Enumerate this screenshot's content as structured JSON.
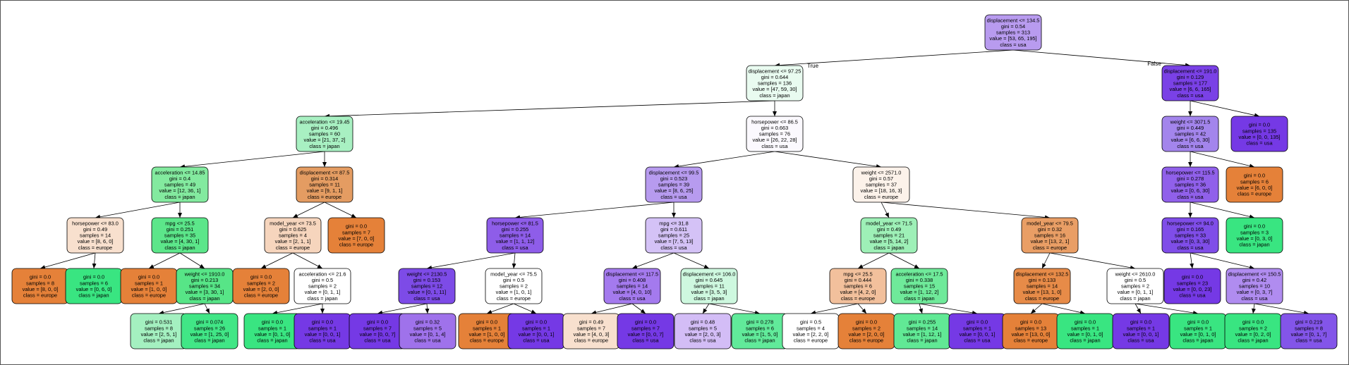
{
  "tree": {
    "nodes": [
      {
        "id": "n0",
        "lines": [
          "displacement <= 134.5",
          "gini = 0.54",
          "samples = 313",
          "value = [53, 65, 195]",
          "class = usa"
        ],
        "fill": "#b89bef"
      },
      {
        "id": "n1",
        "lines": [
          "displacement <= 97.25",
          "gini = 0.644",
          "samples = 136",
          "value = [47, 59, 30]",
          "class = japan"
        ],
        "fill": "#e9fbf0"
      },
      {
        "id": "n2",
        "lines": [
          "displacement <= 191.0",
          "gini = 0.129",
          "samples = 177",
          "value = [6, 6, 165]",
          "class = usa"
        ],
        "fill": "#7a41e6"
      },
      {
        "id": "n3",
        "lines": [
          "acceleration <= 19.45",
          "gini = 0.496",
          "samples = 60",
          "value = [21, 37, 2]",
          "class = japan"
        ],
        "fill": "#a8f0c2"
      },
      {
        "id": "n4",
        "lines": [
          "horsepower <= 86.5",
          "gini = 0.663",
          "samples = 76",
          "value = [26, 22, 28]",
          "class = usa"
        ],
        "fill": "#fbf9fe"
      },
      {
        "id": "n5",
        "lines": [
          "weight <= 3071.5",
          "gini = 0.449",
          "samples = 42",
          "value = [6, 6, 30]",
          "class = usa"
        ],
        "fill": "#a385ec"
      },
      {
        "id": "n6",
        "lines": [
          "gini = 0.0",
          "samples = 135",
          "value = [0, 0, 135]",
          "class = usa"
        ],
        "fill": "#7539e5"
      },
      {
        "id": "n7",
        "lines": [
          "acceleration <= 14.85",
          "gini = 0.4",
          "samples = 49",
          "value = [12, 36, 1]",
          "class = japan"
        ],
        "fill": "#83ea9f"
      },
      {
        "id": "n8",
        "lines": [
          "displacement <= 87.5",
          "gini = 0.314",
          "samples = 11",
          "value = [9, 1, 1]",
          "class = europe"
        ],
        "fill": "#e49c62"
      },
      {
        "id": "n9",
        "lines": [
          "displacement <= 99.5",
          "gini = 0.523",
          "samples = 39",
          "value = [8, 6, 25]",
          "class = usa"
        ],
        "fill": "#b79bef"
      },
      {
        "id": "n10",
        "lines": [
          "weight <= 2571.0",
          "gini = 0.57",
          "samples = 37",
          "value = [18, 16, 3]",
          "class = europe"
        ],
        "fill": "#fcf2ea"
      },
      {
        "id": "n11",
        "lines": [
          "horsepower <= 115.5",
          "gini = 0.278",
          "samples = 36",
          "value = [0, 6, 30]",
          "class = usa"
        ],
        "fill": "#9060ea"
      },
      {
        "id": "n12",
        "lines": [
          "gini = 0.0",
          "samples = 6",
          "value = [6, 0, 0]",
          "class = europe"
        ],
        "fill": "#e58139"
      },
      {
        "id": "n13",
        "lines": [
          "horsepower <= 83.0",
          "gini = 0.49",
          "samples = 14",
          "value = [8, 6, 0]",
          "class = europe"
        ],
        "fill": "#f8e0ce"
      },
      {
        "id": "n14",
        "lines": [
          "mpg <= 25.5",
          "gini = 0.251",
          "samples = 35",
          "value = [4, 30, 1]",
          "class = japan"
        ],
        "fill": "#5ce68a"
      },
      {
        "id": "n15",
        "lines": [
          "model_year <= 73.5",
          "gini = 0.625",
          "samples = 4",
          "value = [2, 1, 1]",
          "class = europe"
        ],
        "fill": "#f6d5bd"
      },
      {
        "id": "n16",
        "lines": [
          "gini = 0.0",
          "samples = 7",
          "value = [7, 0, 0]",
          "class = europe"
        ],
        "fill": "#e58139"
      },
      {
        "id": "n17",
        "lines": [
          "horsepower <= 81.5",
          "gini = 0.255",
          "samples = 14",
          "value = [1, 1, 12]",
          "class = usa"
        ],
        "fill": "#8e5de9"
      },
      {
        "id": "n18",
        "lines": [
          "mpg <= 31.8",
          "gini = 0.611",
          "samples = 25",
          "value = [7, 5, 13]",
          "class = usa"
        ],
        "fill": "#d4c2f6"
      },
      {
        "id": "n19",
        "lines": [
          "model_year <= 71.5",
          "gini = 0.49",
          "samples = 21",
          "value = [5, 14, 2]",
          "class = japan"
        ],
        "fill": "#9ef0b7"
      },
      {
        "id": "n20",
        "lines": [
          "model_year <= 79.5",
          "gini = 0.32",
          "samples = 16",
          "value = [13, 2, 1]",
          "class = europe"
        ],
        "fill": "#e99e65"
      },
      {
        "id": "n21",
        "lines": [
          "horsepower <= 94.0",
          "gini = 0.165",
          "samples = 33",
          "value = [0, 3, 30]",
          "class = usa"
        ],
        "fill": "#7f4de8"
      },
      {
        "id": "n22",
        "lines": [
          "gini = 0.0",
          "samples = 3",
          "value = [0, 3, 0]",
          "class = japan"
        ],
        "fill": "#39e581"
      },
      {
        "id": "n23",
        "lines": [
          "gini = 0.0",
          "samples = 8",
          "value = [8, 0, 0]",
          "class = europe"
        ],
        "fill": "#e58139"
      },
      {
        "id": "n24",
        "lines": [
          "gini = 0.0",
          "samples = 6",
          "value = [0, 6, 0]",
          "class = japan"
        ],
        "fill": "#39e581"
      },
      {
        "id": "n25",
        "lines": [
          "gini = 0.0",
          "samples = 1",
          "value = [1, 0, 0]",
          "class = europe"
        ],
        "fill": "#e58139"
      },
      {
        "id": "n26",
        "lines": [
          "weight <= 1910.0",
          "gini = 0.213",
          "samples = 34",
          "value = [3, 30, 1]",
          "class = japan"
        ],
        "fill": "#57e587"
      },
      {
        "id": "n27",
        "lines": [
          "gini = 0.0",
          "samples = 2",
          "value = [2, 0, 0]",
          "class = europe"
        ],
        "fill": "#e58139"
      },
      {
        "id": "n28",
        "lines": [
          "acceleration <= 21.6",
          "gini = 0.5",
          "samples = 2",
          "value = [0, 1, 1]",
          "class = japan"
        ],
        "fill": "#ffffff"
      },
      {
        "id": "n29",
        "lines": [
          "weight <= 2130.5",
          "gini = 0.153",
          "samples = 12",
          "value = [0, 1, 11]",
          "class = usa"
        ],
        "fill": "#7d4be7"
      },
      {
        "id": "n30",
        "lines": [
          "model_year <= 75.5",
          "gini = 0.5",
          "samples = 2",
          "value = [1, 0, 1]",
          "class = europe"
        ],
        "fill": "#ffffff"
      },
      {
        "id": "n31",
        "lines": [
          "displacement <= 117.5",
          "gini = 0.408",
          "samples = 14",
          "value = [4, 0, 10]",
          "class = usa"
        ],
        "fill": "#a47aee"
      },
      {
        "id": "n32",
        "lines": [
          "displacement <= 106.0",
          "gini = 0.645",
          "samples = 11",
          "value = [3, 5, 3]",
          "class = japan"
        ],
        "fill": "#cef8df"
      },
      {
        "id": "n33",
        "lines": [
          "mpg <= 25.5",
          "gini = 0.444",
          "samples = 6",
          "value = [4, 2, 0]",
          "class = europe"
        ],
        "fill": "#f2c09c"
      },
      {
        "id": "n34",
        "lines": [
          "acceleration <= 17.5",
          "gini = 0.338",
          "samples = 15",
          "value = [1, 12, 2]",
          "class = japan"
        ],
        "fill": "#6fea9a"
      },
      {
        "id": "n35",
        "lines": [
          "displacement <= 132.5",
          "gini = 0.133",
          "samples = 14",
          "value = [13, 1, 0]",
          "class = europe"
        ],
        "fill": "#e78b48"
      },
      {
        "id": "n36",
        "lines": [
          "weight <= 2610.0",
          "gini = 0.5",
          "samples = 2",
          "value = [0, 1, 1]",
          "class = japan"
        ],
        "fill": "#ffffff"
      },
      {
        "id": "n37",
        "lines": [
          "gini = 0.0",
          "samples = 23",
          "value = [0, 0, 23]",
          "class = usa"
        ],
        "fill": "#7539e5"
      },
      {
        "id": "n38",
        "lines": [
          "displacement <= 150.5",
          "gini = 0.42",
          "samples = 10",
          "value = [0, 3, 7]",
          "class = usa"
        ],
        "fill": "#b08cf0"
      },
      {
        "id": "n39",
        "lines": [
          "gini = 0.531",
          "samples = 8",
          "value = [2, 5, 1]",
          "class = japan"
        ],
        "fill": "#a4f0c0"
      },
      {
        "id": "n40",
        "lines": [
          "gini = 0.074",
          "samples = 26",
          "value = [1, 25, 0]",
          "class = japan"
        ],
        "fill": "#41e686"
      },
      {
        "id": "n41",
        "lines": [
          "gini = 0.0",
          "samples = 1",
          "value = [0, 1, 0]",
          "class = japan"
        ],
        "fill": "#39e581"
      },
      {
        "id": "n42",
        "lines": [
          "gini = 0.0",
          "samples = 1",
          "value = [0, 0, 1]",
          "class = usa"
        ],
        "fill": "#7539e5"
      },
      {
        "id": "n43",
        "lines": [
          "gini = 0.0",
          "samples = 7",
          "value = [0, 0, 7]",
          "class = usa"
        ],
        "fill": "#7539e5"
      },
      {
        "id": "n44",
        "lines": [
          "gini = 0.32",
          "samples = 5",
          "value = [0, 1, 4]",
          "class = usa"
        ],
        "fill": "#9f72eb"
      },
      {
        "id": "n45",
        "lines": [
          "gini = 0.0",
          "samples = 1",
          "value = [1, 0, 0]",
          "class = europe"
        ],
        "fill": "#e58139"
      },
      {
        "id": "n46",
        "lines": [
          "gini = 0.0",
          "samples = 1",
          "value = [0, 0, 1]",
          "class = usa"
        ],
        "fill": "#7539e5"
      },
      {
        "id": "n47",
        "lines": [
          "gini = 0.49",
          "samples = 7",
          "value = [4, 0, 3]",
          "class = europe"
        ],
        "fill": "#f8e0ce"
      },
      {
        "id": "n48",
        "lines": [
          "gini = 0.0",
          "samples = 7",
          "value = [0, 0, 7]",
          "class = usa"
        ],
        "fill": "#7539e5"
      },
      {
        "id": "n49",
        "lines": [
          "gini = 0.48",
          "samples = 5",
          "value = [2, 0, 3]",
          "class = usa"
        ],
        "fill": "#d3bdf6"
      },
      {
        "id": "n50",
        "lines": [
          "gini = 0.278",
          "samples = 6",
          "value = [1, 5, 0]",
          "class = japan"
        ],
        "fill": "#61ea9a"
      },
      {
        "id": "n51",
        "lines": [
          "gini = 0.5",
          "samples = 4",
          "value = [2, 2, 0]",
          "class = europe"
        ],
        "fill": "#ffffff"
      },
      {
        "id": "n52",
        "lines": [
          "gini = 0.0",
          "samples = 2",
          "value = [2, 0, 0]",
          "class = europe"
        ],
        "fill": "#e58139"
      },
      {
        "id": "n53",
        "lines": [
          "gini = 0.255",
          "samples = 14",
          "value = [1, 12, 1]",
          "class = japan"
        ],
        "fill": "#61e995"
      },
      {
        "id": "n54",
        "lines": [
          "gini = 0.0",
          "samples = 1",
          "value = [0, 0, 1]",
          "class = usa"
        ],
        "fill": "#7539e5"
      },
      {
        "id": "n55",
        "lines": [
          "gini = 0.0",
          "samples = 13",
          "value = [13, 0, 0]",
          "class = europe"
        ],
        "fill": "#e58139"
      },
      {
        "id": "n56",
        "lines": [
          "gini = 0.0",
          "samples = 1",
          "value = [0, 1, 0]",
          "class = japan"
        ],
        "fill": "#39e581"
      },
      {
        "id": "n57",
        "lines": [
          "gini = 0.0",
          "samples = 1",
          "value = [0, 0, 1]",
          "class = usa"
        ],
        "fill": "#7539e5"
      },
      {
        "id": "n58",
        "lines": [
          "gini = 0.0",
          "samples = 1",
          "value = [0, 1, 0]",
          "class = japan"
        ],
        "fill": "#39e581"
      },
      {
        "id": "n59",
        "lines": [
          "gini = 0.0",
          "samples = 2",
          "value = [0, 2, 0]",
          "class = japan"
        ],
        "fill": "#39e581"
      },
      {
        "id": "n60",
        "lines": [
          "gini = 0.219",
          "samples = 8",
          "value = [0, 1, 7]",
          "class = usa"
        ],
        "fill": "#8355e9"
      }
    ],
    "edges": [
      {
        "from": "n0",
        "to": "n1",
        "label": "True"
      },
      {
        "from": "n0",
        "to": "n2",
        "label": "False"
      },
      {
        "from": "n1",
        "to": "n3"
      },
      {
        "from": "n1",
        "to": "n4"
      },
      {
        "from": "n2",
        "to": "n5"
      },
      {
        "from": "n2",
        "to": "n6"
      },
      {
        "from": "n3",
        "to": "n7"
      },
      {
        "from": "n3",
        "to": "n8"
      },
      {
        "from": "n4",
        "to": "n9"
      },
      {
        "from": "n4",
        "to": "n10"
      },
      {
        "from": "n5",
        "to": "n11"
      },
      {
        "from": "n5",
        "to": "n12"
      },
      {
        "from": "n7",
        "to": "n13"
      },
      {
        "from": "n7",
        "to": "n14"
      },
      {
        "from": "n8",
        "to": "n15"
      },
      {
        "from": "n8",
        "to": "n16"
      },
      {
        "from": "n9",
        "to": "n17"
      },
      {
        "from": "n9",
        "to": "n18"
      },
      {
        "from": "n10",
        "to": "n19"
      },
      {
        "from": "n10",
        "to": "n20"
      },
      {
        "from": "n11",
        "to": "n21"
      },
      {
        "from": "n11",
        "to": "n22"
      },
      {
        "from": "n13",
        "to": "n23"
      },
      {
        "from": "n13",
        "to": "n24"
      },
      {
        "from": "n14",
        "to": "n25"
      },
      {
        "from": "n14",
        "to": "n26"
      },
      {
        "from": "n15",
        "to": "n27"
      },
      {
        "from": "n15",
        "to": "n28"
      },
      {
        "from": "n17",
        "to": "n29"
      },
      {
        "from": "n17",
        "to": "n30"
      },
      {
        "from": "n18",
        "to": "n31"
      },
      {
        "from": "n18",
        "to": "n32"
      },
      {
        "from": "n19",
        "to": "n33"
      },
      {
        "from": "n19",
        "to": "n34"
      },
      {
        "from": "n20",
        "to": "n35"
      },
      {
        "from": "n20",
        "to": "n36"
      },
      {
        "from": "n21",
        "to": "n37"
      },
      {
        "from": "n21",
        "to": "n38"
      },
      {
        "from": "n26",
        "to": "n39"
      },
      {
        "from": "n26",
        "to": "n40"
      },
      {
        "from": "n28",
        "to": "n41"
      },
      {
        "from": "n28",
        "to": "n42"
      },
      {
        "from": "n29",
        "to": "n43"
      },
      {
        "from": "n29",
        "to": "n44"
      },
      {
        "from": "n30",
        "to": "n45"
      },
      {
        "from": "n30",
        "to": "n46"
      },
      {
        "from": "n31",
        "to": "n47"
      },
      {
        "from": "n31",
        "to": "n48"
      },
      {
        "from": "n32",
        "to": "n49"
      },
      {
        "from": "n32",
        "to": "n50"
      },
      {
        "from": "n33",
        "to": "n51"
      },
      {
        "from": "n33",
        "to": "n52"
      },
      {
        "from": "n34",
        "to": "n53"
      },
      {
        "from": "n34",
        "to": "n54"
      },
      {
        "from": "n35",
        "to": "n55"
      },
      {
        "from": "n35",
        "to": "n56"
      },
      {
        "from": "n36",
        "to": "n57"
      },
      {
        "from": "n36",
        "to": "n58"
      },
      {
        "from": "n38",
        "to": "n59"
      },
      {
        "from": "n38",
        "to": "n60"
      }
    ]
  }
}
